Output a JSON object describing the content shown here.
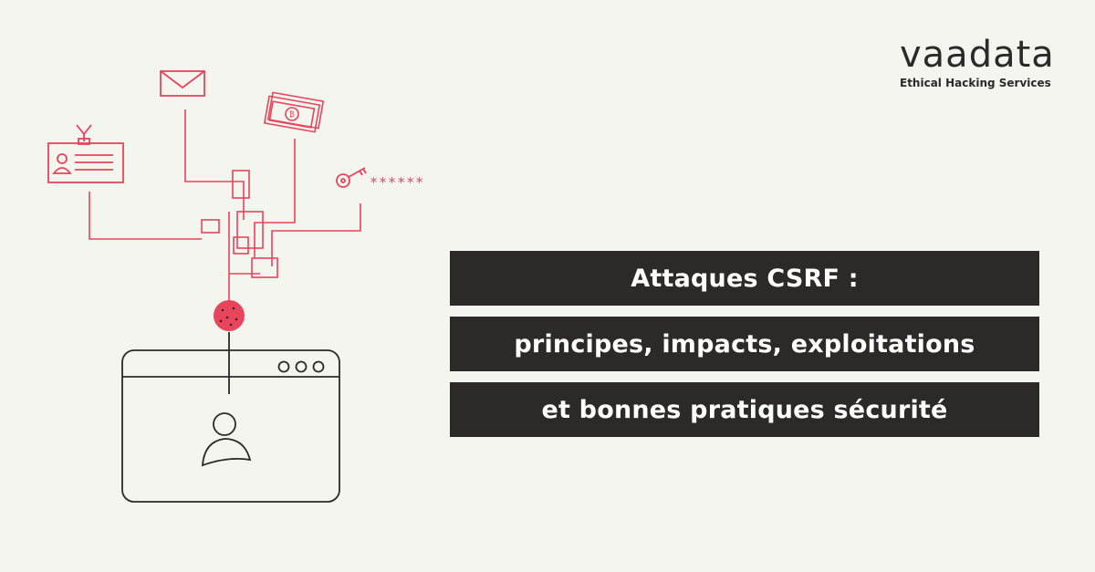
{
  "brand": {
    "name": "vaadata",
    "tagline": "Ethical Hacking Services"
  },
  "title": {
    "line1": "Attaques CSRF :",
    "line2": "principes, impacts, exploitations",
    "line3": "et bonnes pratiques sécurité"
  },
  "illustration": {
    "password_mask": "******",
    "icons": [
      "envelope-icon",
      "id-badge-icon",
      "money-icon",
      "key-icon",
      "cookie-icon",
      "browser-window-icon",
      "user-icon"
    ]
  },
  "colors": {
    "background": "#f3f5ee",
    "accent_red": "#e8445c",
    "dark": "#2c2a27",
    "text_light": "#ffffff"
  }
}
